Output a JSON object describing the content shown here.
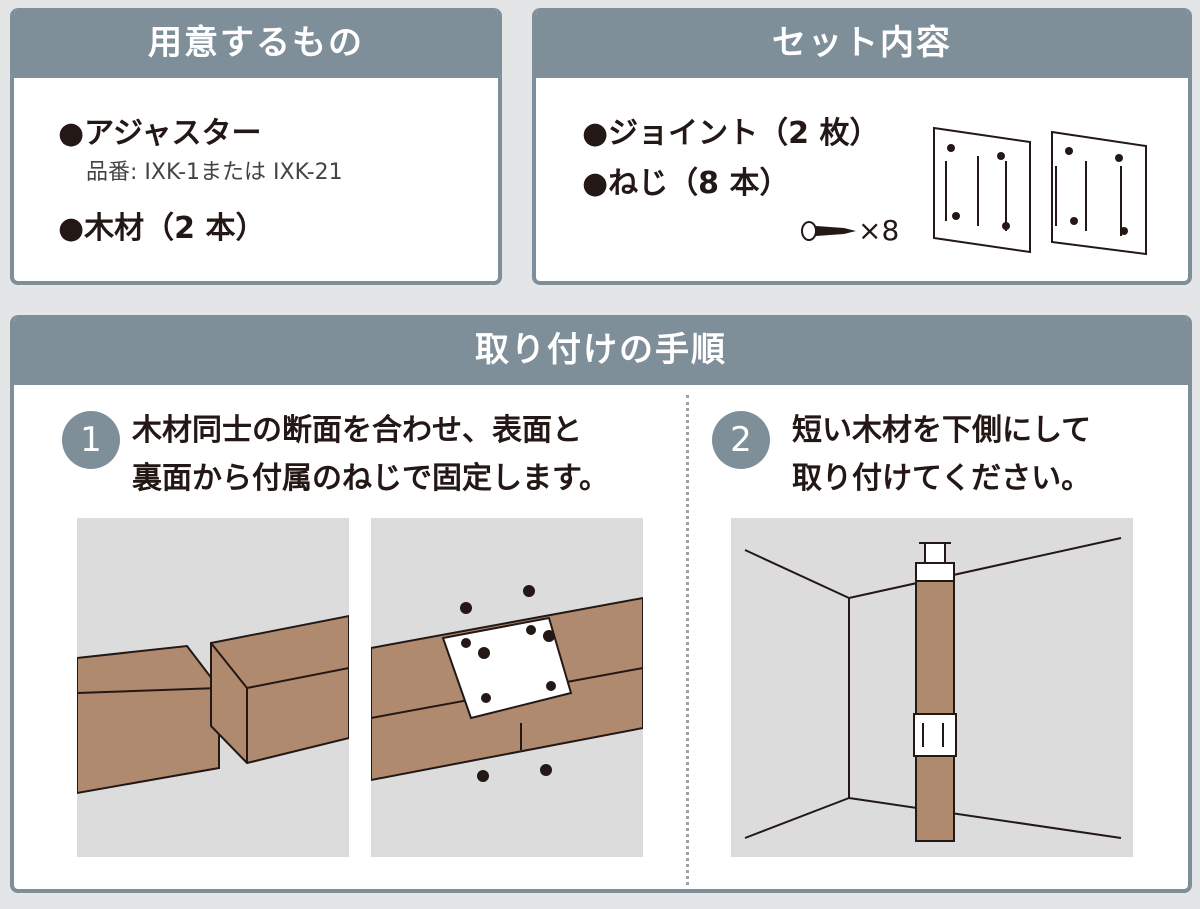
{
  "prepare": {
    "title": "用意するもの",
    "items": [
      "●アジャスター",
      "●木材（2 本）"
    ],
    "part_number": "品番: IXK-1または IXK-21"
  },
  "set": {
    "title": "セット内容",
    "items": [
      "●ジョイント（2 枚）",
      "●ねじ（8 本）"
    ],
    "screw_count": "×8"
  },
  "steps": {
    "title": "取り付けの手順",
    "list": [
      {
        "number": "1",
        "line1": "木材同士の断面を合わせ、表面と",
        "line2": "裏面から付属のねじで固定します。"
      },
      {
        "number": "2",
        "line1": "短い木材を下側にして",
        "line2": "取り付けてください。"
      }
    ]
  },
  "colors": {
    "header": "#7f8f99",
    "wood": "#b08a6e",
    "background": "#e4e5e6"
  }
}
